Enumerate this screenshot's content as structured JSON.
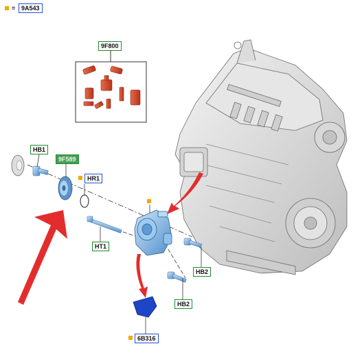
{
  "legend": {
    "symbol": "=",
    "code": "9A543"
  },
  "labels": {
    "kit": "9F800",
    "hb1": "HB1",
    "gear": "9F589",
    "hr1": "HR1",
    "ht1": "HT1",
    "hb2_top": "HB2",
    "hb2_bottom": "HB2",
    "cover": "6B316"
  },
  "colors": {
    "label_border": "#1f4fd6",
    "label_green": "#1c8a2e",
    "marker": "#f2a900",
    "part_blue": "#7fb8e6",
    "part_red": "#d24a2a",
    "arrow_red": "#e32d2d"
  }
}
